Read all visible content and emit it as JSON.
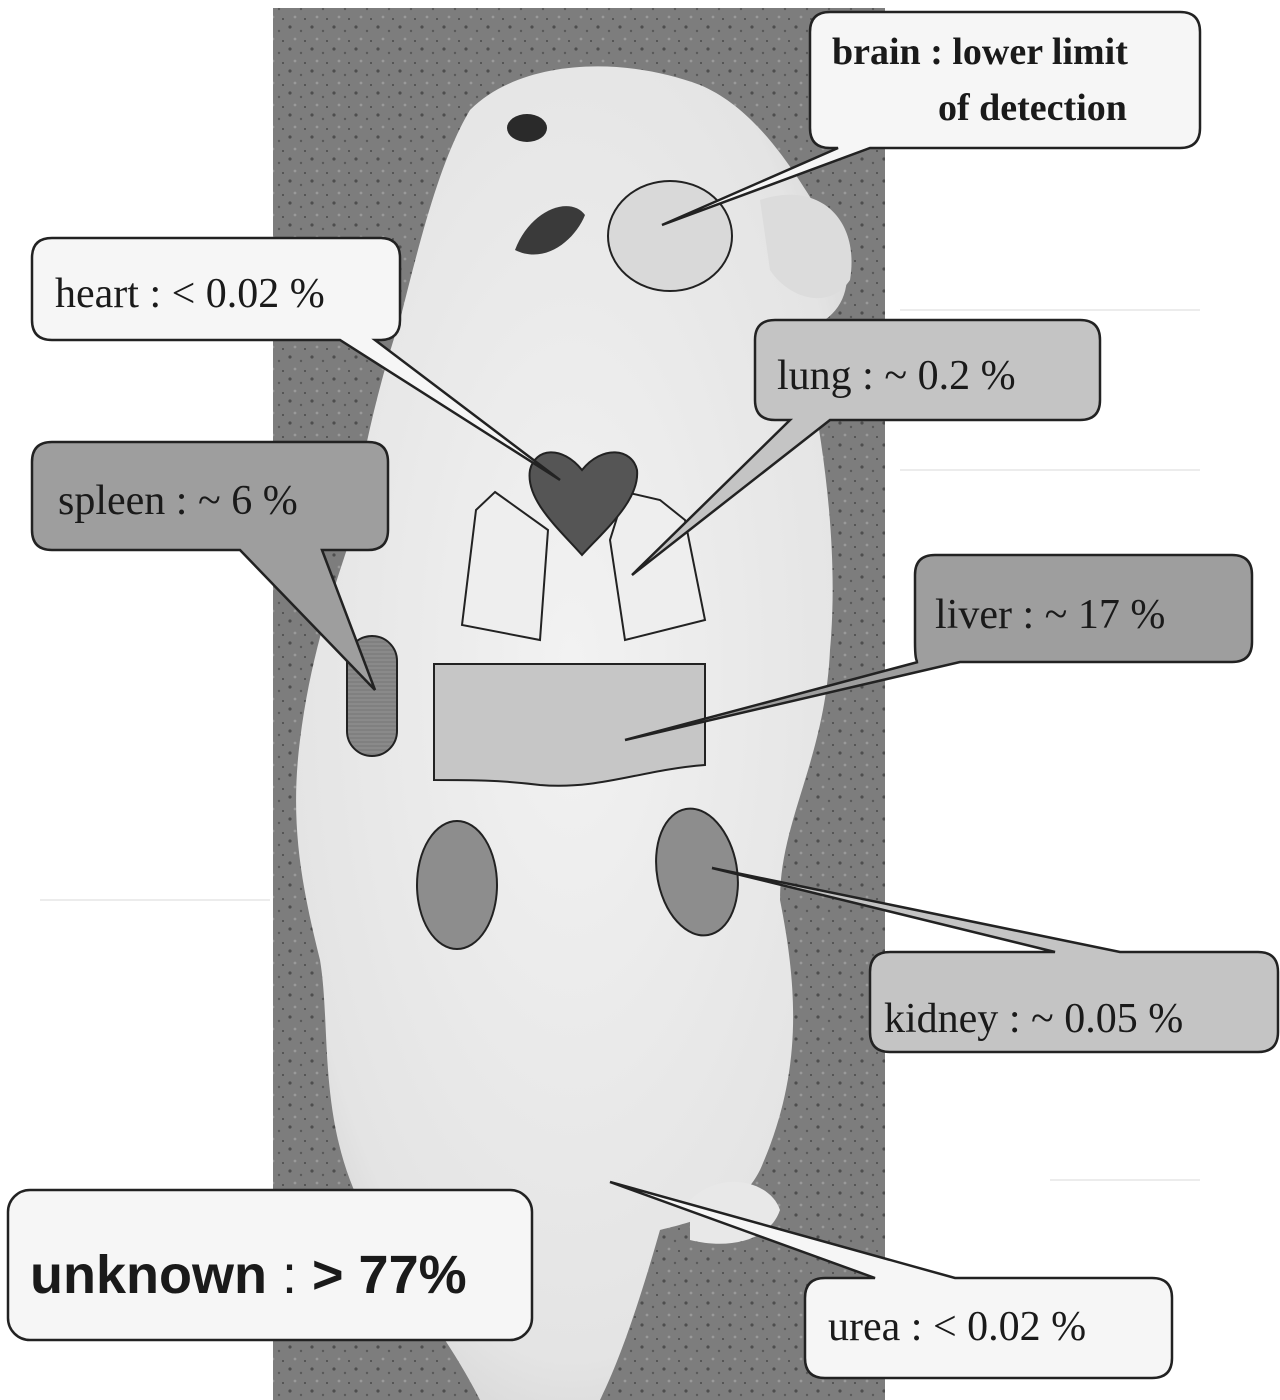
{
  "figure": {
    "subject": "mouse-photo",
    "fills": {
      "background_photo": "#7b7b7b",
      "mouse_body": "#e9e9e9",
      "callout_light": "#f6f6f6",
      "callout_medium": "#c4c4c4",
      "callout_dark": "#9e9e9e",
      "heart": "#555555",
      "spleen": "#8a8a8a",
      "liver": "#c6c6c6",
      "kidney": "#8d8d8d",
      "lung": "#eeeeee",
      "brain": "#d9d9d9"
    },
    "callouts": {
      "brain": {
        "organ": "brain",
        "sep": ":",
        "value": "lower limit",
        "value_line2": "of detection"
      },
      "heart": {
        "organ": "heart",
        "sep": ":",
        "value": "< 0.02 %"
      },
      "lung": {
        "organ": "lung",
        "sep": ":",
        "value": "~ 0.2 %"
      },
      "spleen": {
        "organ": "spleen",
        "sep": ":",
        "value": "~ 6 %"
      },
      "liver": {
        "organ": "liver",
        "sep": ":",
        "value": "~ 17 %"
      },
      "kidney": {
        "organ": "kidney",
        "sep": ":",
        "value": "~ 0.05 %"
      },
      "urea": {
        "organ": "urea",
        "sep": ":",
        "value": "< 0.02 %"
      },
      "unknown": {
        "organ": "unknown",
        "sep": ":",
        "value": "> 77%"
      }
    }
  }
}
